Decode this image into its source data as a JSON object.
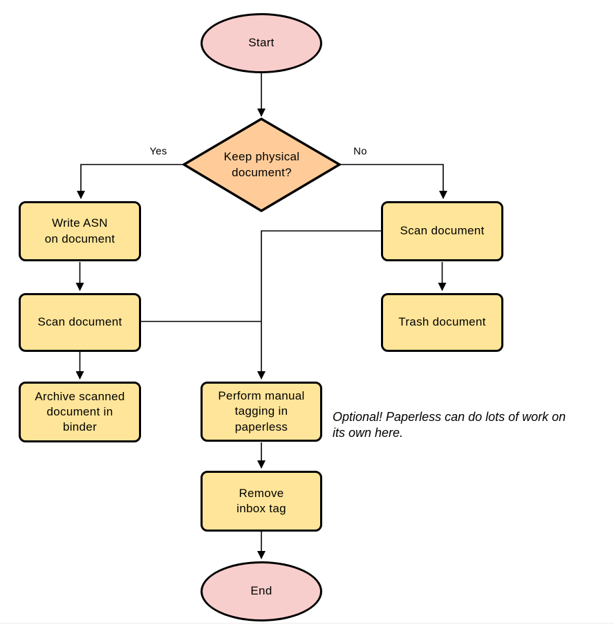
{
  "diagram": {
    "nodes": [
      {
        "id": "start",
        "type": "terminator",
        "label": "Start"
      },
      {
        "id": "decision",
        "type": "decision",
        "label": "Keep physical\ndocument?"
      },
      {
        "id": "write-asn",
        "type": "process",
        "label": "Write ASN\non document"
      },
      {
        "id": "scan-left",
        "type": "process",
        "label": "Scan document"
      },
      {
        "id": "archive",
        "type": "process",
        "label": "Archive scanned\ndocument in\nbinder"
      },
      {
        "id": "scan-right",
        "type": "process",
        "label": "Scan document"
      },
      {
        "id": "trash",
        "type": "process",
        "label": "Trash document"
      },
      {
        "id": "tagging",
        "type": "process",
        "label": "Perform manual\ntagging in\npaperless"
      },
      {
        "id": "remove-inbox",
        "type": "process",
        "label": "Remove\ninbox tag"
      },
      {
        "id": "end",
        "type": "terminator",
        "label": "End"
      }
    ],
    "edge_labels": {
      "yes": "Yes",
      "no": "No"
    },
    "annotation": "Optional! Paperless can do lots of work on\nits own here.",
    "colors": {
      "terminator_fill": "#f8cecc",
      "decision_fill": "#ffcc99",
      "process_fill": "#ffe599",
      "stroke": "#000000"
    }
  }
}
